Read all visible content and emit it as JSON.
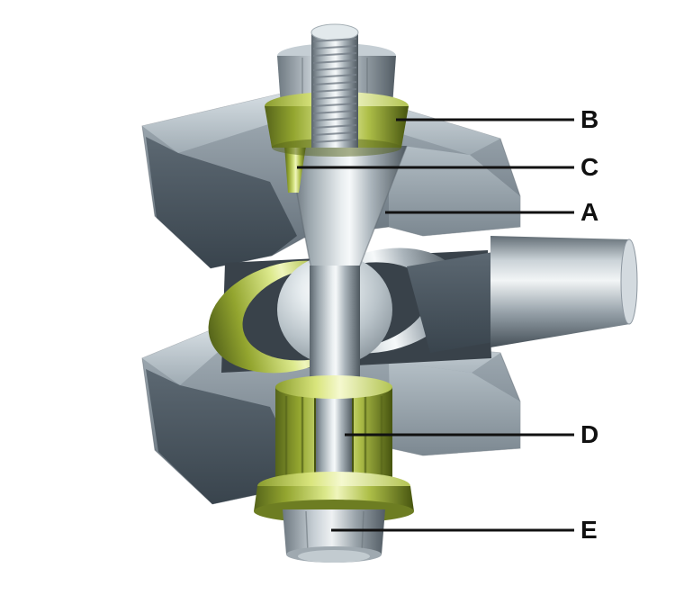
{
  "diagram": {
    "background": "#ffffff",
    "label_color": "#111111",
    "leader_color": "#111111",
    "highlight_green": "#c9d655",
    "metal_gray": "#9aa5ad"
  },
  "labels": [
    {
      "id": "B",
      "text": "B"
    },
    {
      "id": "C",
      "text": "C"
    },
    {
      "id": "A",
      "text": "A"
    },
    {
      "id": "D",
      "text": "D"
    },
    {
      "id": "E",
      "text": "E"
    }
  ]
}
